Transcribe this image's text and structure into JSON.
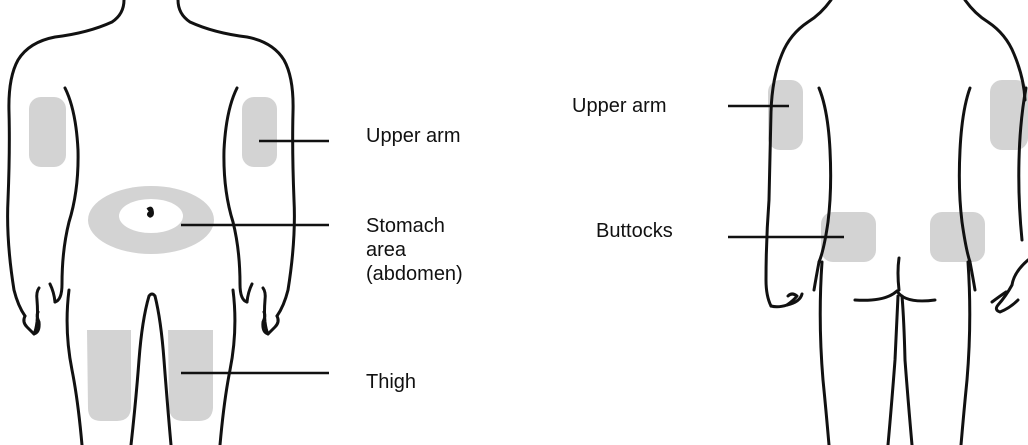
{
  "colors": {
    "outline": "#111111",
    "zone": "#d3d3d3",
    "background": "#ffffff"
  },
  "front": {
    "labels": {
      "upper_arm": "Upper arm",
      "stomach": [
        "Stomach",
        "area",
        "(abdomen)"
      ],
      "thigh": "Thigh"
    }
  },
  "back": {
    "labels": {
      "upper_arm": "Upper arm",
      "buttocks": "Buttocks"
    }
  }
}
